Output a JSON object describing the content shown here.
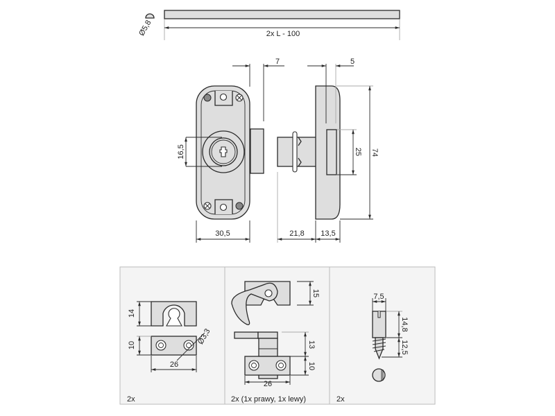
{
  "rod": {
    "diameter": "Ø5,8",
    "length": "2x L - 100"
  },
  "lock": {
    "cylinder_diameter": "16,5",
    "body_width": "30,5",
    "bolt_offset": "7",
    "bolt_length": "21,8",
    "plate_depth": "13,5",
    "plate_offset": "5",
    "slot_height": "25",
    "height": "74"
  },
  "panels": [
    {
      "quantity": "2x",
      "dims": {
        "top_height": "14",
        "bottom_height": "10",
        "width": "26",
        "hole": "Ø3,3"
      }
    },
    {
      "quantity": "2x (1x prawy, 1x lewy)",
      "dims": {
        "hook_height": "15",
        "upper_height": "13",
        "base_height": "10",
        "width": "26"
      }
    },
    {
      "quantity": "2x",
      "dims": {
        "head_width": "7,5",
        "head_height": "14,8",
        "thread_length": "12,5"
      }
    }
  ],
  "colors": {
    "part_fill": "#dedede",
    "panel_bg": "#f4f4f4",
    "outline": "#2a2a2a"
  }
}
